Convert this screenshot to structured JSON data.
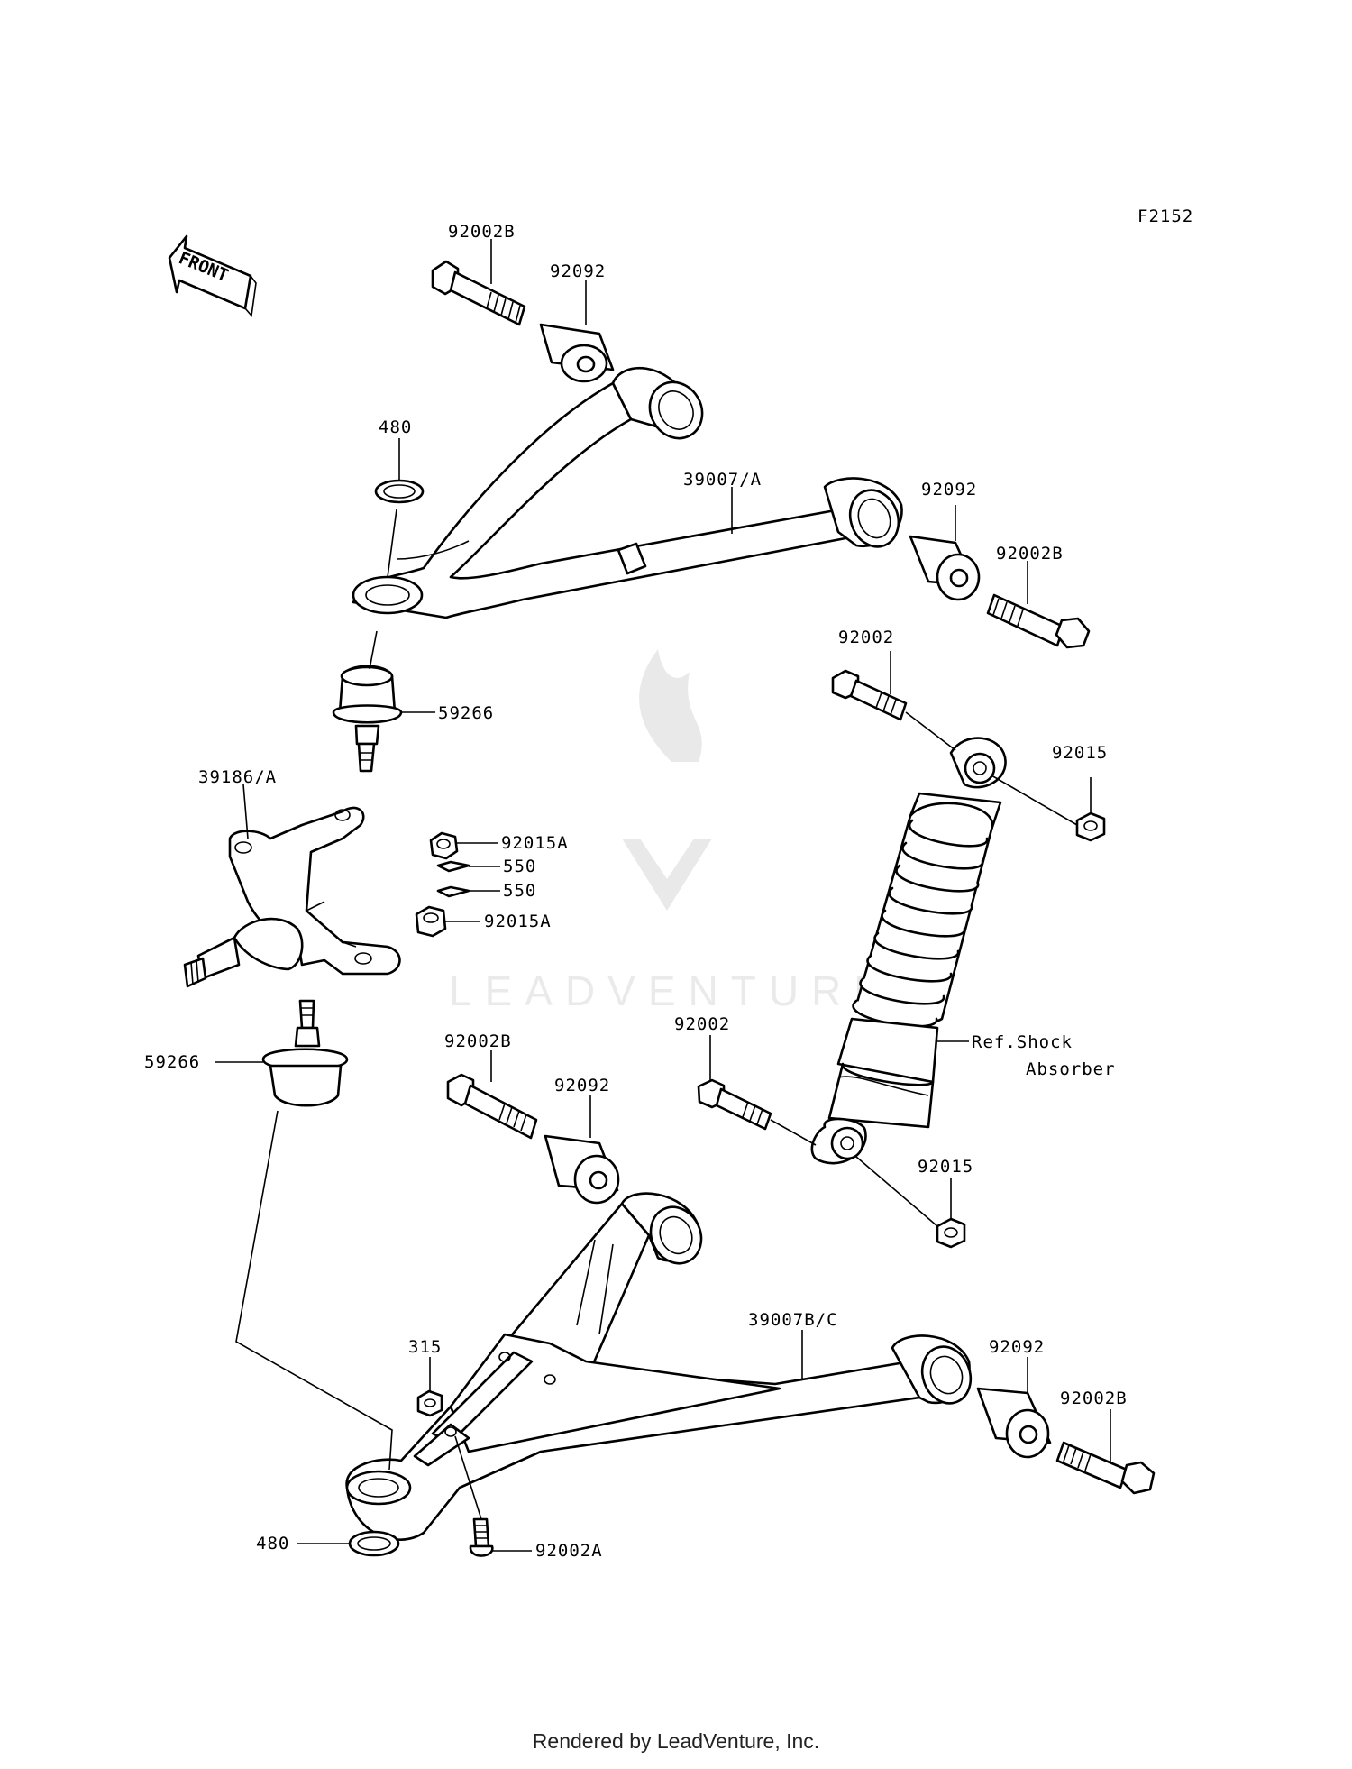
{
  "diagram": {
    "code": "F2152",
    "front_label": "FRONT",
    "watermark": "LEADVENTURE",
    "footer": "Rendered by LeadVenture, Inc.",
    "callouts": {
      "bolt_upper_left": "92002B",
      "bushing_upper_left": "92092",
      "ring_upper": "480",
      "upper_arm": "39007/A",
      "bushing_upper_right": "92092",
      "bolt_upper_right": "92002B",
      "ball_joint_upper": "59266",
      "knuckle": "39186/A",
      "nut_castle_upper": "92015A",
      "cotter_pin_1": "550",
      "cotter_pin_2": "550",
      "nut_castle_lower": "92015A",
      "ball_joint_lower": "59266",
      "shock_bolt_top": "92002",
      "shock_nut_top": "92015",
      "shock_ref_line1": "Ref.Shock",
      "shock_ref_line2": "Absorber",
      "bolt_lower_left": "92002B",
      "bushing_lower_left": "92092",
      "shock_bolt_bottom": "92002",
      "shock_nut_bottom": "92015",
      "nut_small": "315",
      "lower_arm": "39007B/C",
      "bushing_lower_right": "92092",
      "bolt_lower_right": "92002B",
      "ring_lower": "480",
      "bolt_guard": "92002A"
    }
  }
}
